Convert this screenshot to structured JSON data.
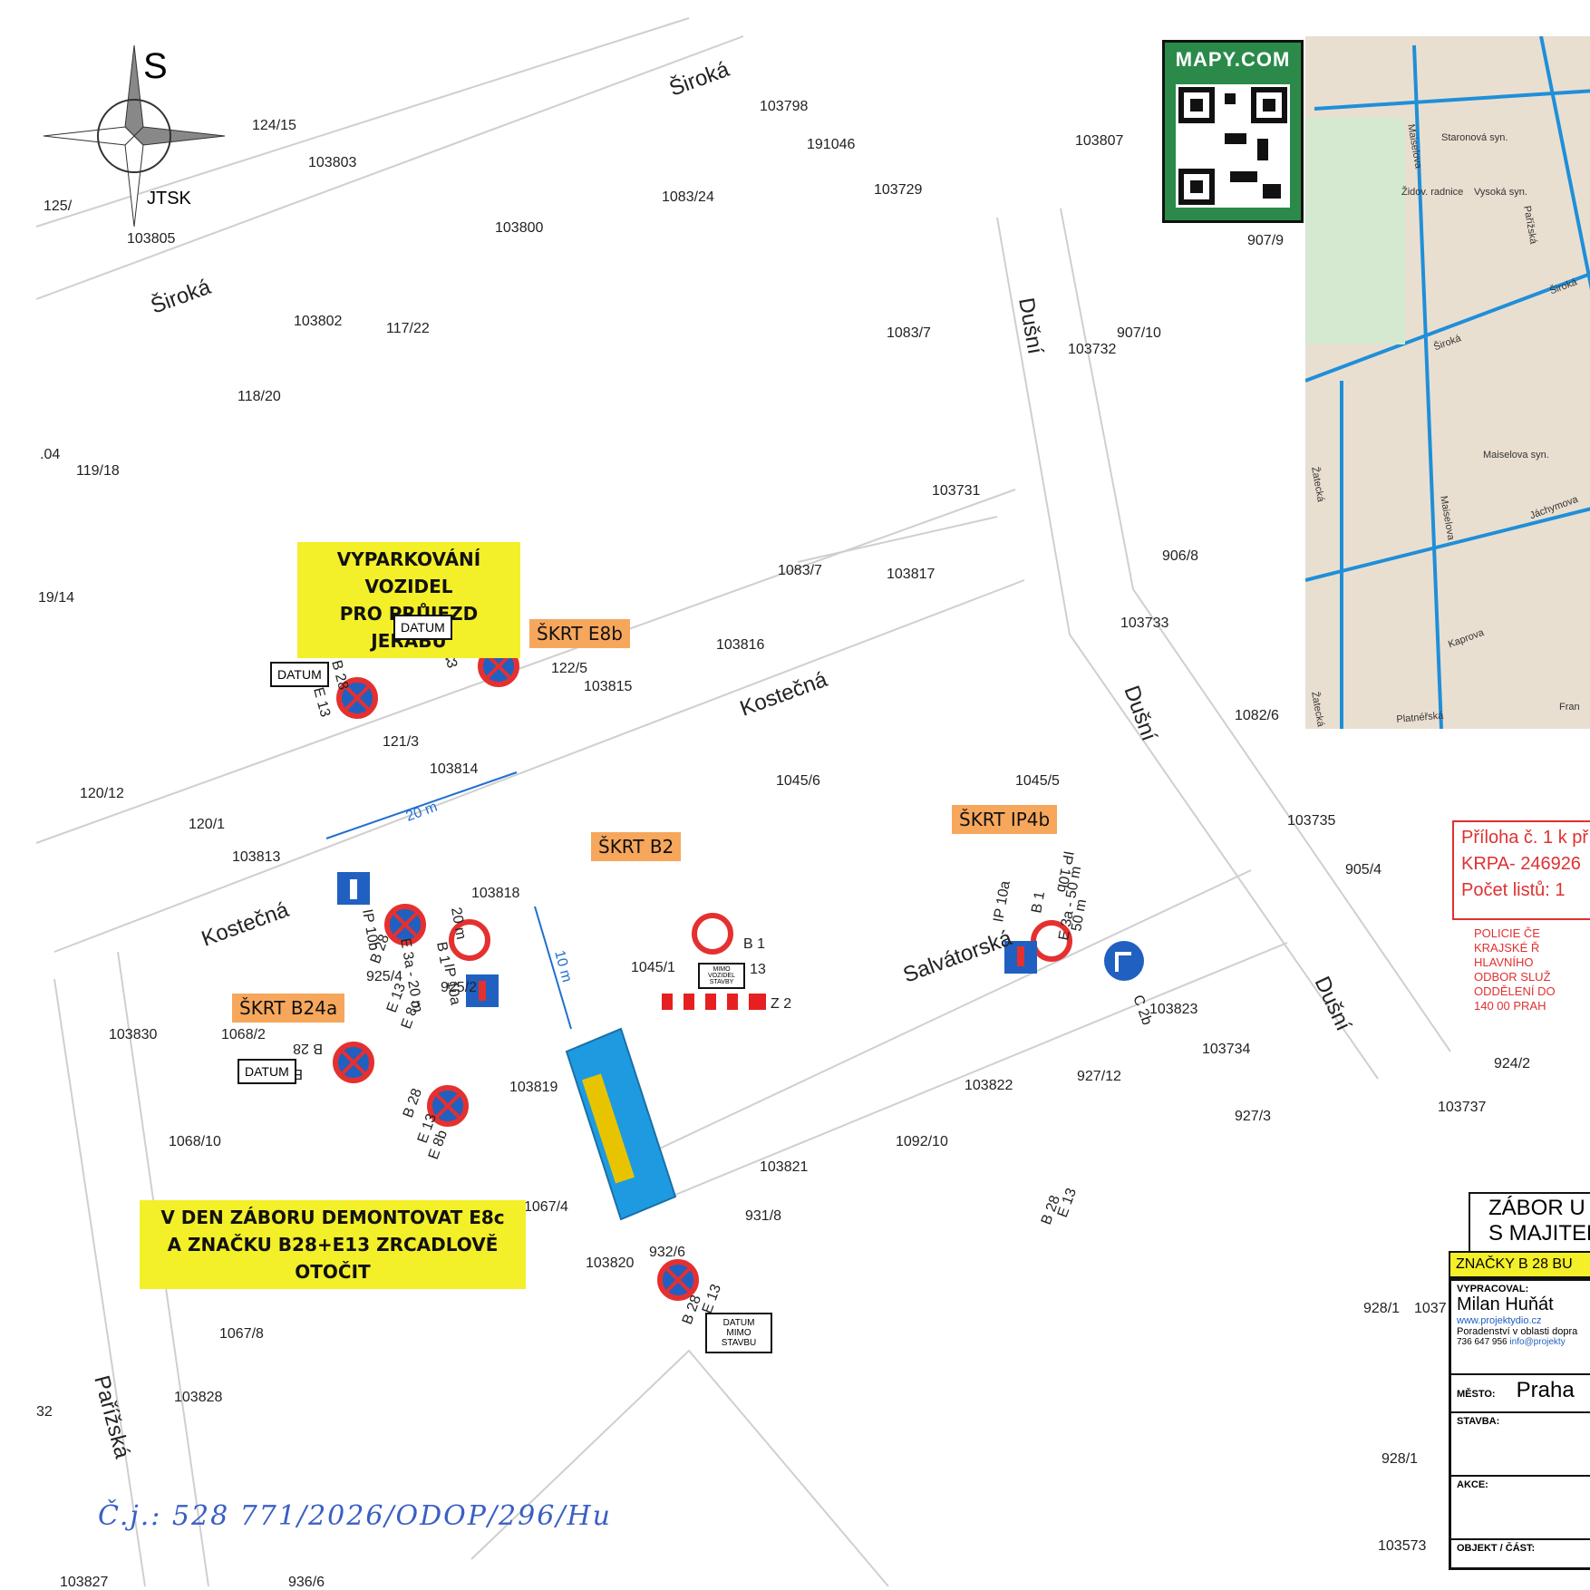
{
  "map": {
    "compass_letter": "S",
    "crs_label": "JTSK",
    "parcel_labels": [
      "124/15",
      "125/",
      "103805",
      "103803",
      "103800",
      "1083/24",
      "103798",
      "191046",
      "103807",
      "103729",
      "907/9",
      "103802",
      "117/22",
      "118/20",
      "1083/7",
      "907/10",
      "103732",
      ".04",
      "119/18",
      "103731",
      "19/14",
      "1083/7",
      "103817",
      "906/8",
      "103816",
      "122/5",
      "103815",
      "103733",
      "121/3",
      "103814",
      "1045/6",
      "1045/5",
      "1082/6",
      "120/12",
      "120/1",
      "103813",
      "103818",
      "103735",
      "905/4",
      "925/4",
      "925/2",
      "1045/1",
      "103830",
      "1068/2",
      "103819",
      "103823",
      "103734",
      "924/2",
      "1068/10",
      "103822",
      "927/12",
      "927/3",
      "103737",
      "103821",
      "1092/10",
      "1067/4",
      "931/8",
      "103820",
      "932/6",
      "928/1",
      "1037",
      "1067/8",
      "103828",
      "928/1",
      "103573",
      "103827",
      "936/6",
      "32"
    ],
    "streets": [
      "Široká",
      "Široká",
      "Dušní",
      "Kostečná",
      "Kostečná",
      "Dušní",
      "Salvátorská",
      "Dušní",
      "Pařížská"
    ],
    "sign_codes": [
      "B 28",
      "E 13",
      "E 8c",
      "B 28",
      "E 13",
      "IP 10b",
      "B 1",
      "E 3a - 20 m",
      "IP 10a",
      "B 28",
      "E 13",
      "E 8c",
      "B 28",
      "E 13",
      "E 8b",
      "B 28",
      "E 13",
      "B 28",
      "E 13",
      "B 1",
      "E 13",
      "Z 2",
      "IP 10a",
      "B 1",
      "E 3a - 50 m",
      "IP 10b",
      "C 2b",
      "B 28",
      "E 13"
    ],
    "dimension_labels": [
      "20 m",
      "10 m",
      "20 m",
      "50 m"
    ],
    "datum_labels": [
      "DATUM",
      "DATUM",
      "DATUM"
    ],
    "datum_mimo_stavbu": "DATUM MIMO STAVBU",
    "mimo_vozidel_stavby": "MIMO VOZIDEL STAVBY",
    "inset_labels": [
      "Staronová syn.",
      "Maiselova",
      "Židov. radnice",
      "Vysoká syn.",
      "Pařížská",
      "Široká",
      "Široká",
      "Maiselova syn.",
      "Žatecká",
      "Maiselova",
      "Jáchymova",
      "Kaprova",
      "Žatecká",
      "Platnéřská",
      "Fran"
    ]
  },
  "notes": {
    "yellow_top": [
      "VYPARKOVÁNÍ VOZIDEL",
      "PRO PRŮJEZD JEŘÁBU"
    ],
    "yellow_bottom": [
      "V DEN ZÁBORU DEMONTOVAT E8c",
      "A ZNAČKU B28+E13 ZRCADLOVĚ OTOČIT"
    ],
    "orange": [
      "ŠKRT E8b",
      "ŠKRT B2",
      "ŠKRT IP4b",
      "ŠKRT B24a"
    ]
  },
  "qr_brand": "MAPY.COM",
  "stamp": {
    "line1": "Příloha č. 1 k př",
    "line2": "KRPA- 246926",
    "line3": "Počet listů: 1",
    "police": [
      "POLICIE ČE",
      "KRAJSKÉ Ř",
      "HLAVNÍHO",
      "ODBOR SLUŽ",
      "ODDĚLENÍ DO",
      "140 00 PRAH"
    ]
  },
  "handwritten_ref": "Č.j.: 528 771/2026/ODOP/296/Hu",
  "title_block": {
    "zabor": [
      "ZÁBOR U",
      "S MAJITEL"
    ],
    "znacky": "ZNAČKY  B 28  BU",
    "vypracoval_label": "VYPRACOVAL:",
    "author": "Milan Huňát",
    "web": "www.projektydio.cz",
    "services": "Poradenství v oblasti dopra",
    "phone": "736 647 956",
    "email": "info@projekty",
    "mesto_label": "MĚSTO:",
    "mesto": "Praha",
    "stavba_label": "STAVBA:",
    "akce_label": "AKCE:",
    "objekt_label": "OBJEKT / ČÁST:"
  },
  "colors": {
    "yellow_note": "#f3ef29",
    "orange_note": "#f6a75c",
    "crane": "#1e9be0",
    "road_blue": "#1f8fd8",
    "stamp_red": "#e03030",
    "qr_green": "#2b8a4a"
  }
}
